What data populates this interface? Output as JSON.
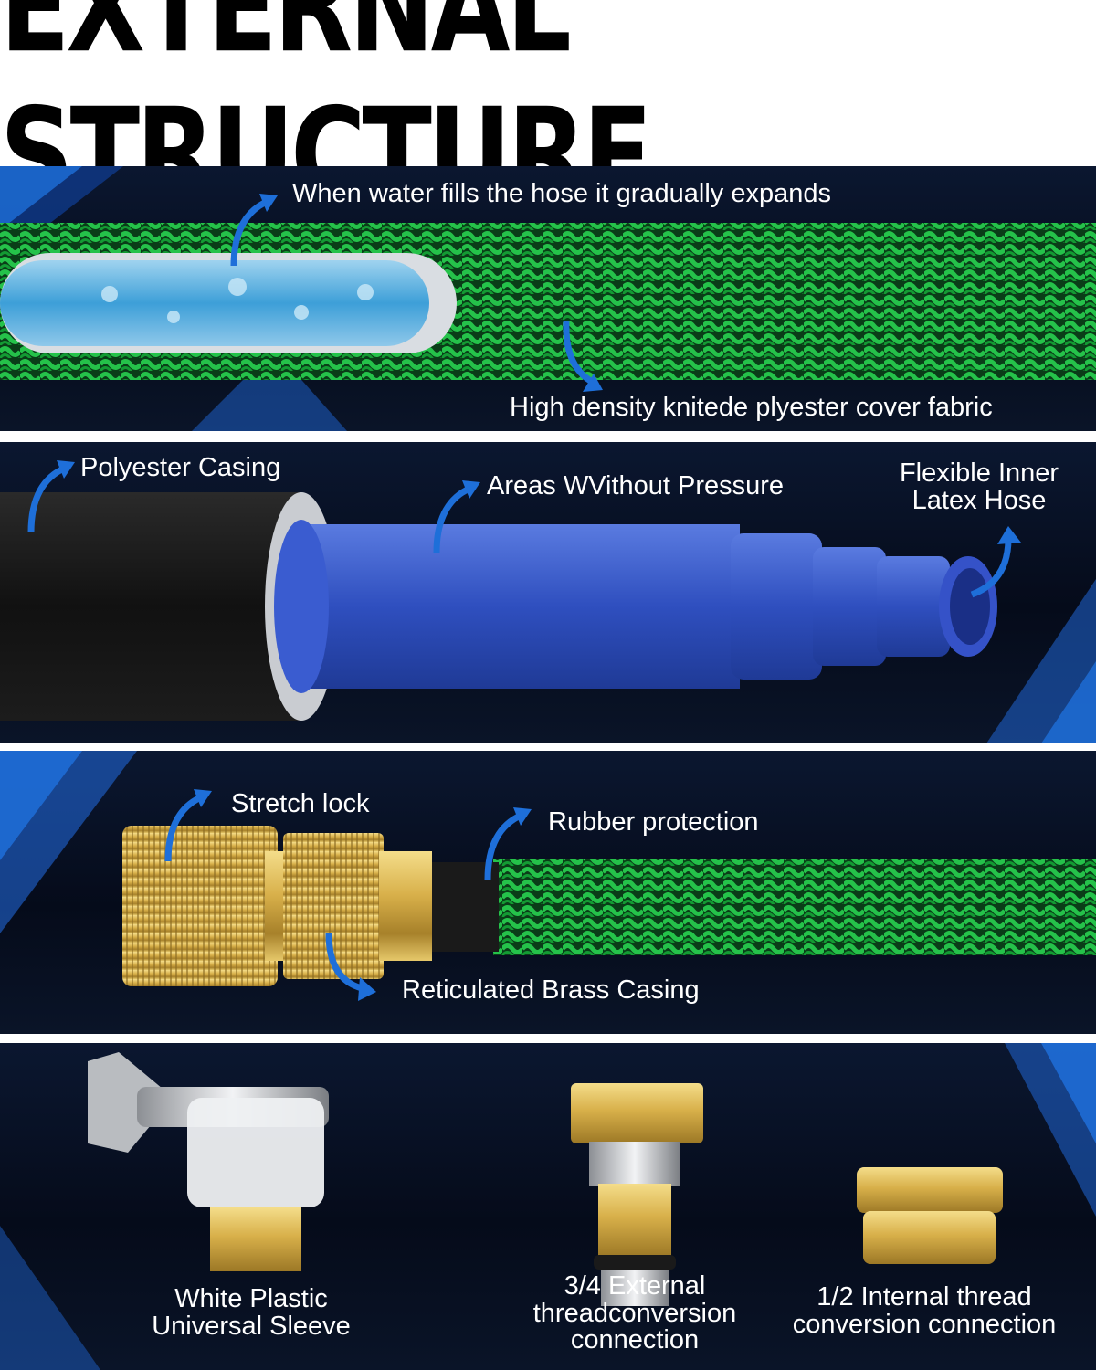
{
  "title": "EXTERNAL STRUCTURE",
  "colors": {
    "background": "#050b1a",
    "accent_blue": "#1e6fd9",
    "hose_green": "#1fae3a",
    "inner_hose_blue": "#2f4fbf",
    "brass": "#d8b04a",
    "label": "#ffffff"
  },
  "panels": [
    {
      "labels": {
        "expands": "When water fills the hose it gradually expands",
        "fabric": "High density knitede plyester cover fabric"
      }
    },
    {
      "labels": {
        "casing": "Polyester Casing",
        "no_pressure": "Areas WVithout Pressure",
        "latex": "Flexible Inner\nLatex Hose"
      }
    },
    {
      "labels": {
        "lock": "Stretch lock",
        "rubber": "Rubber protection",
        "brass": "Reticulated Brass Casing"
      }
    },
    {
      "labels": {
        "sleeve": "White Plastic\nUniversal Sleeve",
        "external": "3/4 External\nthreadconversion\nconnection",
        "internal": "1/2 Internal thread\nconversion connection"
      }
    }
  ],
  "icons": [
    "curved-arrow-icon"
  ]
}
